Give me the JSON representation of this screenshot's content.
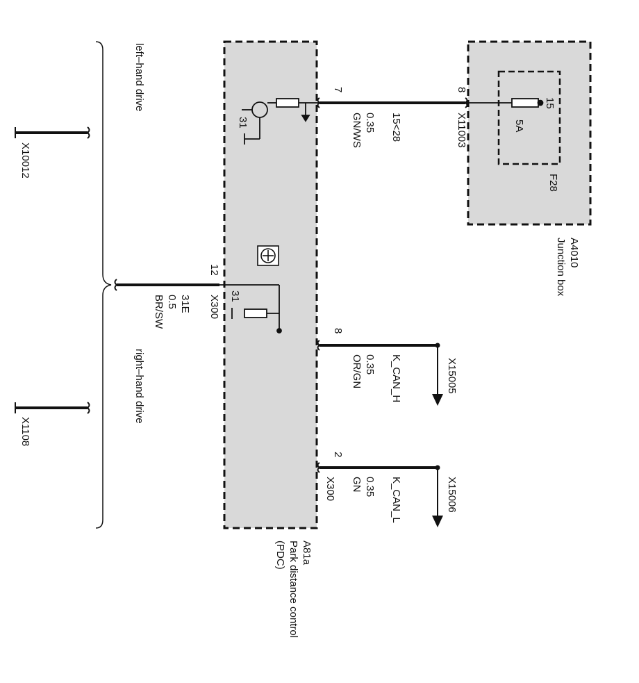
{
  "colors": {
    "box_fill": "#d9d9d9",
    "wire": "#111111",
    "background": "#ffffff"
  },
  "left_bracket": {
    "label": "left–hand drive",
    "connector": "X10012"
  },
  "right_bracket": {
    "label": "right–hand drive",
    "connector": "X1108"
  },
  "ground_wire": {
    "pin": "12",
    "connector": "X300",
    "signal": "31E",
    "gauge": "0.5",
    "color": "BR/SW"
  },
  "inner_ground_label": "31",
  "transistor_ground_label": "31",
  "pdc_module": {
    "id": "A81a",
    "name": "Park distance control",
    "abbr": "(PDC)"
  },
  "power_wire": {
    "pin": "7",
    "signal": "15<28",
    "gauge": "0.35",
    "color": "GN/WS",
    "far_pin": "8",
    "far_connector": "X11003"
  },
  "can_h_wire": {
    "pin": "8",
    "signal": "K_CAN_H",
    "gauge": "0.35",
    "color": "OR/GN",
    "connector": "X15005"
  },
  "can_l_wire": {
    "pin": "2",
    "connector": "X300",
    "signal": "K_CAN_L",
    "gauge": "0.35",
    "color": "GN",
    "far_connector": "X15006"
  },
  "junction_box": {
    "id": "A4010",
    "name": "Junction box",
    "fuse_id": "F28",
    "fuse_rating": "5A",
    "fuse_pin": "15"
  }
}
